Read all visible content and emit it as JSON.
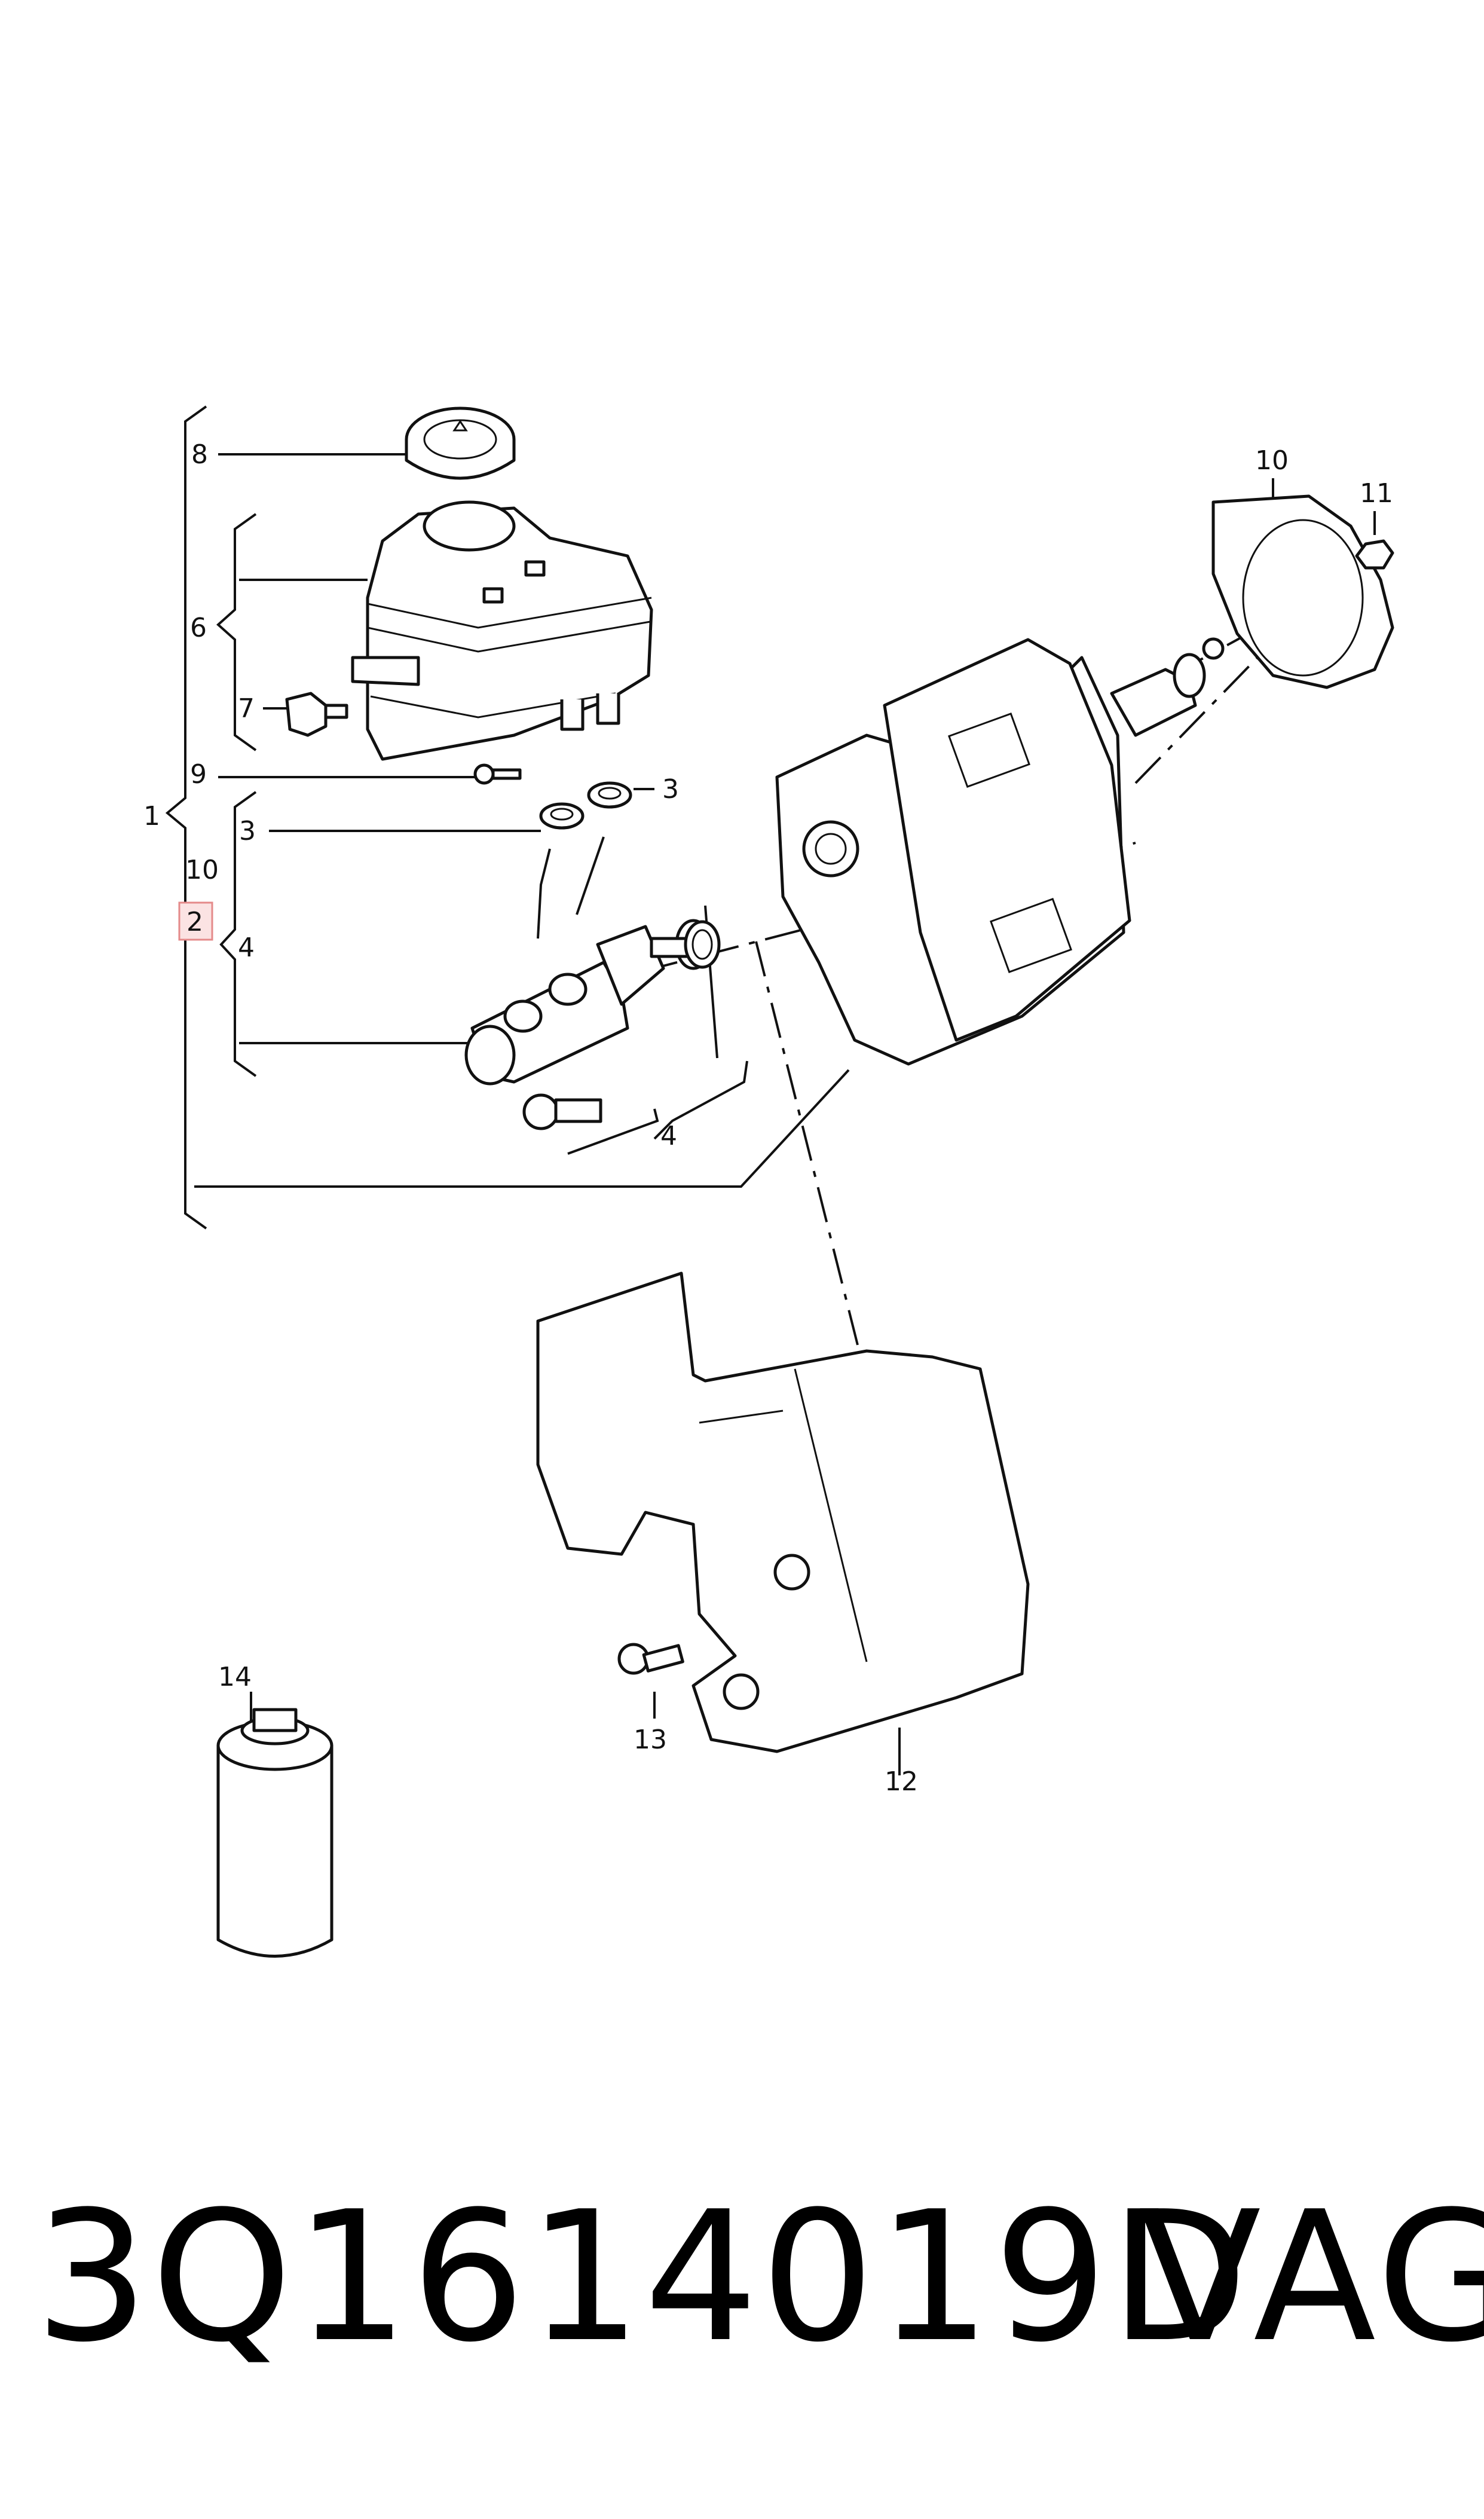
{
  "callouts": {
    "c1": "1",
    "c2": "2",
    "c3a": "3",
    "c3b": "3",
    "c4a": "4",
    "c4b": "4",
    "c6": "6",
    "c7": "7",
    "c8": "8",
    "c9": "9",
    "c10a": "10",
    "c10b": "10",
    "c11": "11",
    "c12": "12",
    "c13": "13",
    "c14": "14"
  },
  "footer": {
    "part_number": "3Q1614019D",
    "brand": "VAG"
  },
  "colors": {
    "line": "#111111",
    "highlight_fill": "#fbe3e3",
    "highlight_stroke": "#e48a8a"
  }
}
